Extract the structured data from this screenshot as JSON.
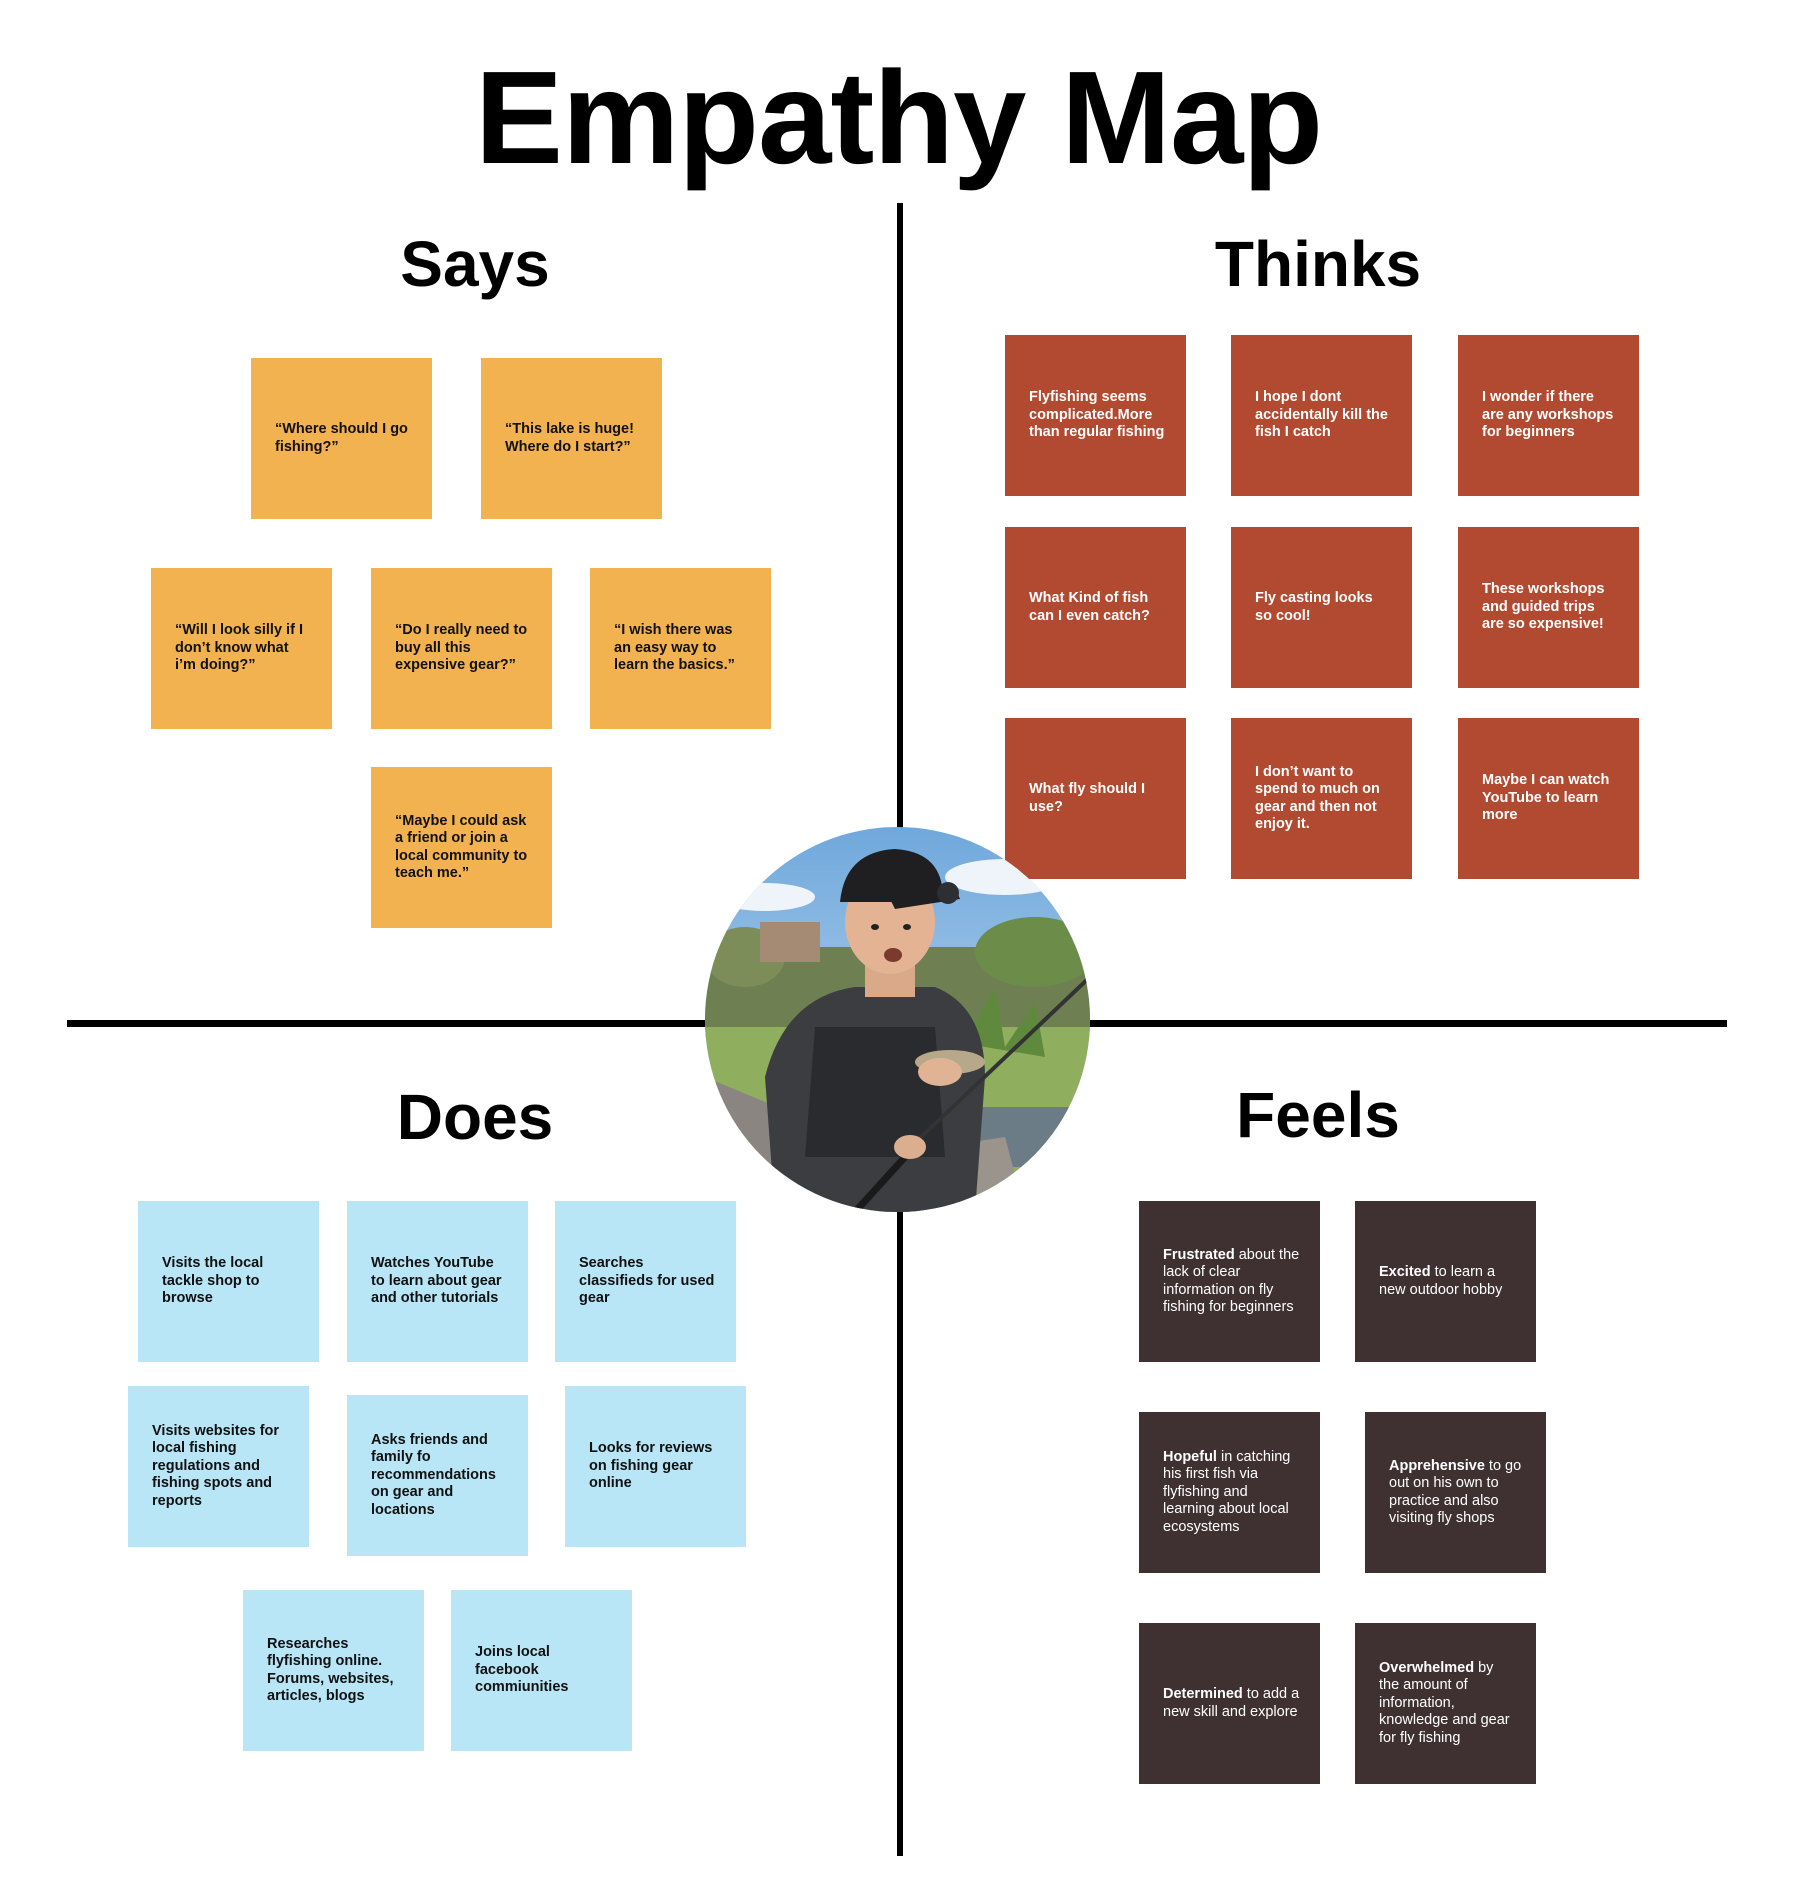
{
  "title": "Empathy Map",
  "quadrants": {
    "says": {
      "heading": "Says",
      "notes": [
        "“Where should I go fishing?”",
        "“This lake is huge! Where do I start?”",
        "“Will I look silly if I don’t know what i’m doing?”",
        "“Do I really need to buy all this expensive gear?”",
        "“I wish there was an easy way to learn the basics.”",
        "“Maybe I could ask a friend or join a local community to teach me.”"
      ]
    },
    "thinks": {
      "heading": "Thinks",
      "notes": [
        "Flyfishing seems complicated.More than regular fishing",
        "I hope I dont accidentally kill the fish I catch",
        "I wonder if there are any workshops for beginners",
        "What Kind of fish can I even catch?",
        "Fly casting looks so cool!",
        "These workshops and guided trips are so expensive!",
        "What fly should I use?",
        "I don’t want to spend to much on gear and then not enjoy it.",
        "Maybe I can watch YouTube to learn more"
      ]
    },
    "does": {
      "heading": "Does",
      "notes": [
        "Visits the local tackle shop to browse",
        "Watches YouTube to learn about gear and other tutorials",
        "Searches classifieds for used gear",
        "Visits websites for local fishing regulations and fishing spots and reports",
        "Asks friends and family fo recommendations on gear and locations",
        "Looks for reviews on fishing gear online",
        "Researches flyfishing online. Forums, websites, articles, blogs",
        "Joins local facebook commiunities"
      ]
    },
    "feels": {
      "heading": "Feels",
      "notes": [
        {
          "bold": "Frustrated",
          "rest": " about the lack of clear information on fly fishing for beginners"
        },
        {
          "bold": "Excited",
          "rest": " to learn a new outdoor hobby"
        },
        {
          "bold": "Hopeful",
          "rest": " in catching his first fish via flyfishing and learning about local ecosystems"
        },
        {
          "bold": "Apprehensive",
          "rest": " to go out on his own to practice and also visiting fly shops"
        },
        {
          "bold": "Determined",
          "rest": " to add a new skill and explore"
        },
        {
          "bold": "Overwhelmed",
          "rest": " by the amount of information, knowledge and gear for fly fishing"
        }
      ]
    }
  },
  "colors": {
    "says_note": "#f2b250",
    "thinks_note": "#b14a30",
    "does_note": "#b8e6f6",
    "feels_note": "#3f3131"
  },
  "persona_image": "person-fishing-photo"
}
